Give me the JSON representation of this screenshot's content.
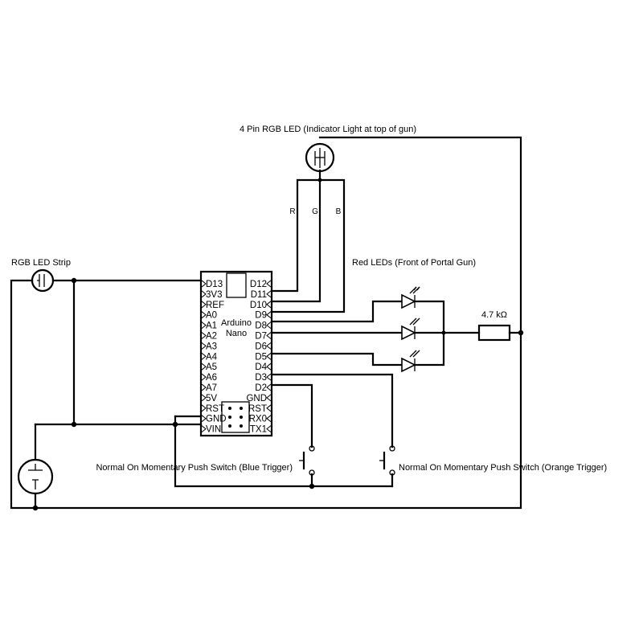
{
  "labels": {
    "rgb_led": "4 Pin RGB LED (Indicator Light at top of gun)",
    "rgb_strip": "RGB LED Strip",
    "red_leds": "Red LEDs (Front of Portal Gun)",
    "resistor": "4.7 kΩ",
    "switch_blue": "Normal On Momentary Push Switch (Blue Trigger)",
    "switch_orange": "Normal On Momentary Push Switch (Orange Trigger)",
    "channel_r": "R",
    "channel_g": "G",
    "channel_b": "B"
  },
  "arduino": {
    "name_line1": "Arduino",
    "name_line2": "Nano",
    "left_pins": [
      "D13",
      "3V3",
      "REF",
      "A0",
      "A1",
      "A2",
      "A3",
      "A4",
      "A5",
      "A6",
      "A7",
      "5V",
      "RST",
      "GND",
      "VIN"
    ],
    "right_pins": [
      "D12",
      "D11",
      "D10",
      "D9",
      "D8",
      "D7",
      "D6",
      "D5",
      "D4",
      "D3",
      "D2",
      "GND",
      "RST",
      "RX0",
      "TX1"
    ]
  }
}
